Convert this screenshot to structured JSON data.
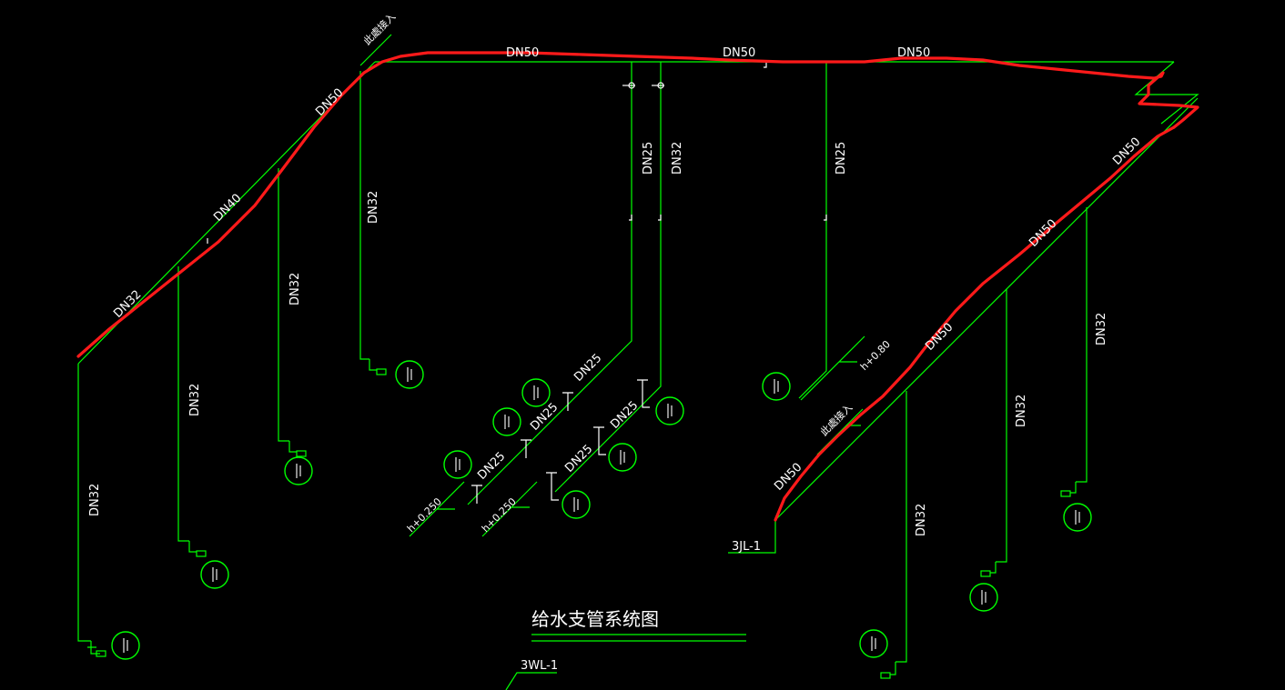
{
  "title": "给水支管系统图",
  "tags": {
    "riser_jl": "3JL-1",
    "riser_wl": "3WL-1"
  },
  "elevations": {
    "e1": "h+0.250",
    "e2": "h+0.250",
    "e3": "h+0.80"
  },
  "note_text": "此處接入",
  "pipe_labels": {
    "dn50_top_a": "DN50",
    "dn50_top_b": "DN50",
    "dn50_top_c": "DN50",
    "dn50_diag_left": "DN50",
    "dn40_diag": "DN40",
    "dn32_diag": "DN32",
    "dn32_v1": "DN32",
    "dn32_v2": "DN32",
    "dn32_v3": "DN32",
    "dn32_v4": "DN32",
    "dn25_v1": "DN25",
    "dn32_v5": "DN32",
    "dn25_v2": "DN25",
    "dn25_b1": "DN25",
    "dn25_b2": "DN25",
    "dn25_b3": "DN25",
    "dn25_b4": "DN25",
    "dn25_b5": "DN25",
    "dn50_r1": "DN50",
    "dn50_r2": "DN50",
    "dn50_r3": "DN50",
    "dn50_r4": "DN50",
    "dn32_r1": "DN32",
    "dn32_r2": "DN32",
    "dn32_r3": "DN32"
  },
  "colors": {
    "background": "#000000",
    "pipe": "#00ff00",
    "markup": "#ff1a1a",
    "text": "#ffffff"
  }
}
